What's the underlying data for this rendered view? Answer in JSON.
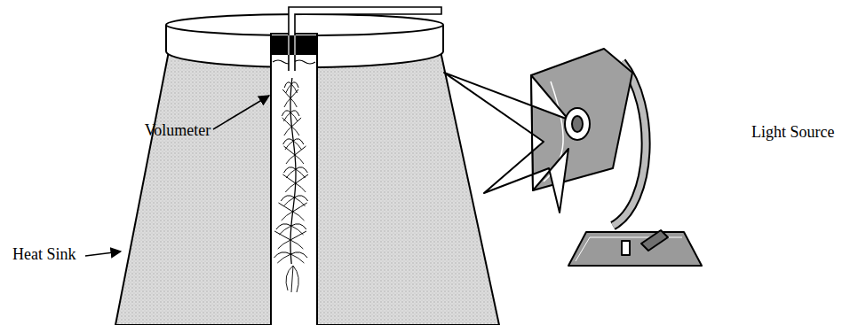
{
  "diagram": {
    "labels": [
      "Volumeter",
      "Heat Sink",
      "Light Source"
    ]
  }
}
